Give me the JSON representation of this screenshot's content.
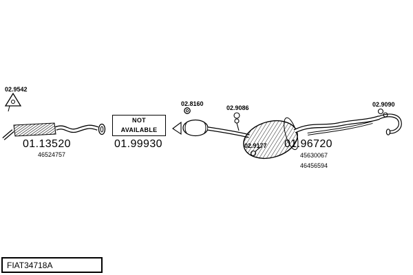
{
  "footer": {
    "code": "FIAT34718A"
  },
  "labels": {
    "hanger_front": "02.9542",
    "front_pipe_code": "01.13520",
    "front_pipe_ref": "46524757",
    "na_line1": "NOT",
    "na_line2": "AVAILABLE",
    "center_code": "01.99930",
    "gasket": "02.8160",
    "mount_a": "02.9086",
    "mount_b": "02.9177",
    "muffler_code": "01.96720",
    "muffler_ref1": "45630067",
    "muffler_ref2": "46456594",
    "mount_c": "02.9090"
  }
}
